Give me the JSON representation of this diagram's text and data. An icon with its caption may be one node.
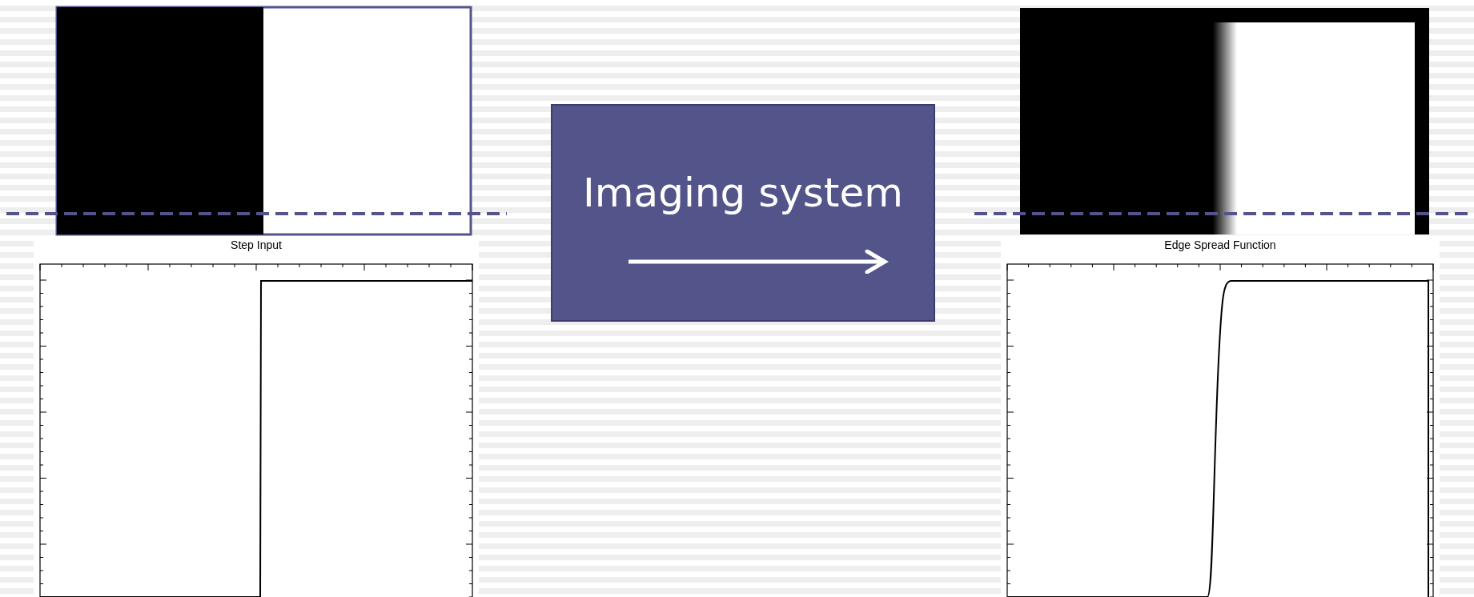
{
  "diagram": {
    "nodes": [
      {
        "text": [
          "Imaging system"
        ]
      }
    ],
    "labels": [
      "Step Input",
      "Edge Spread Function"
    ]
  }
}
